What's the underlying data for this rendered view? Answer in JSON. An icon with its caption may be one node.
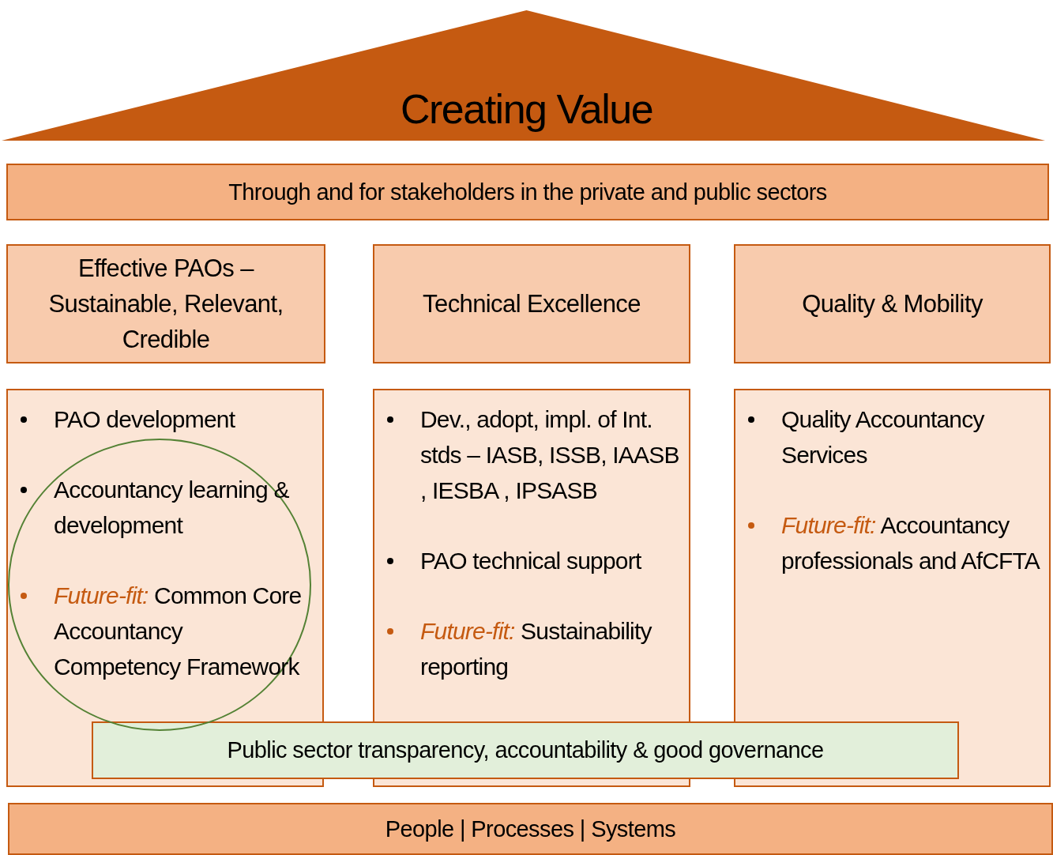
{
  "diagram": {
    "nodes": [
      {
        "text": [
          "Creating Value"
        ]
      },
      {
        "text": [
          "Through and for stakeholders in the private and public sectors"
        ]
      },
      {
        "text": [
          "Effective PAOs – Sustainable, Relevant, Credible"
        ]
      },
      {
        "text": [
          "Technical Excellence"
        ]
      },
      {
        "text": [
          "Quality & Mobility"
        ]
      },
      {
        "text": [
          "PAO development",
          "Accountancy learning & development",
          "*Future-fit:* Common Core Accountancy Competency Framework"
        ]
      },
      {
        "text": [
          "Dev., adopt, impl. of Int. stds – IASB, ISSB, IAASB , IESBA , IPSASB",
          "PAO technical support",
          "*Future-fit:* Sustainability reporting"
        ]
      },
      {
        "text": [
          "Quality Accountancy Services",
          "*Future-fit:* Accountancy professionals and AfCFTA"
        ]
      },
      {
        "text": [
          "Public sector transparency, accountability & good governance"
        ]
      },
      {
        "text": [
          "People | Processes | Systems"
        ]
      }
    ]
  }
}
